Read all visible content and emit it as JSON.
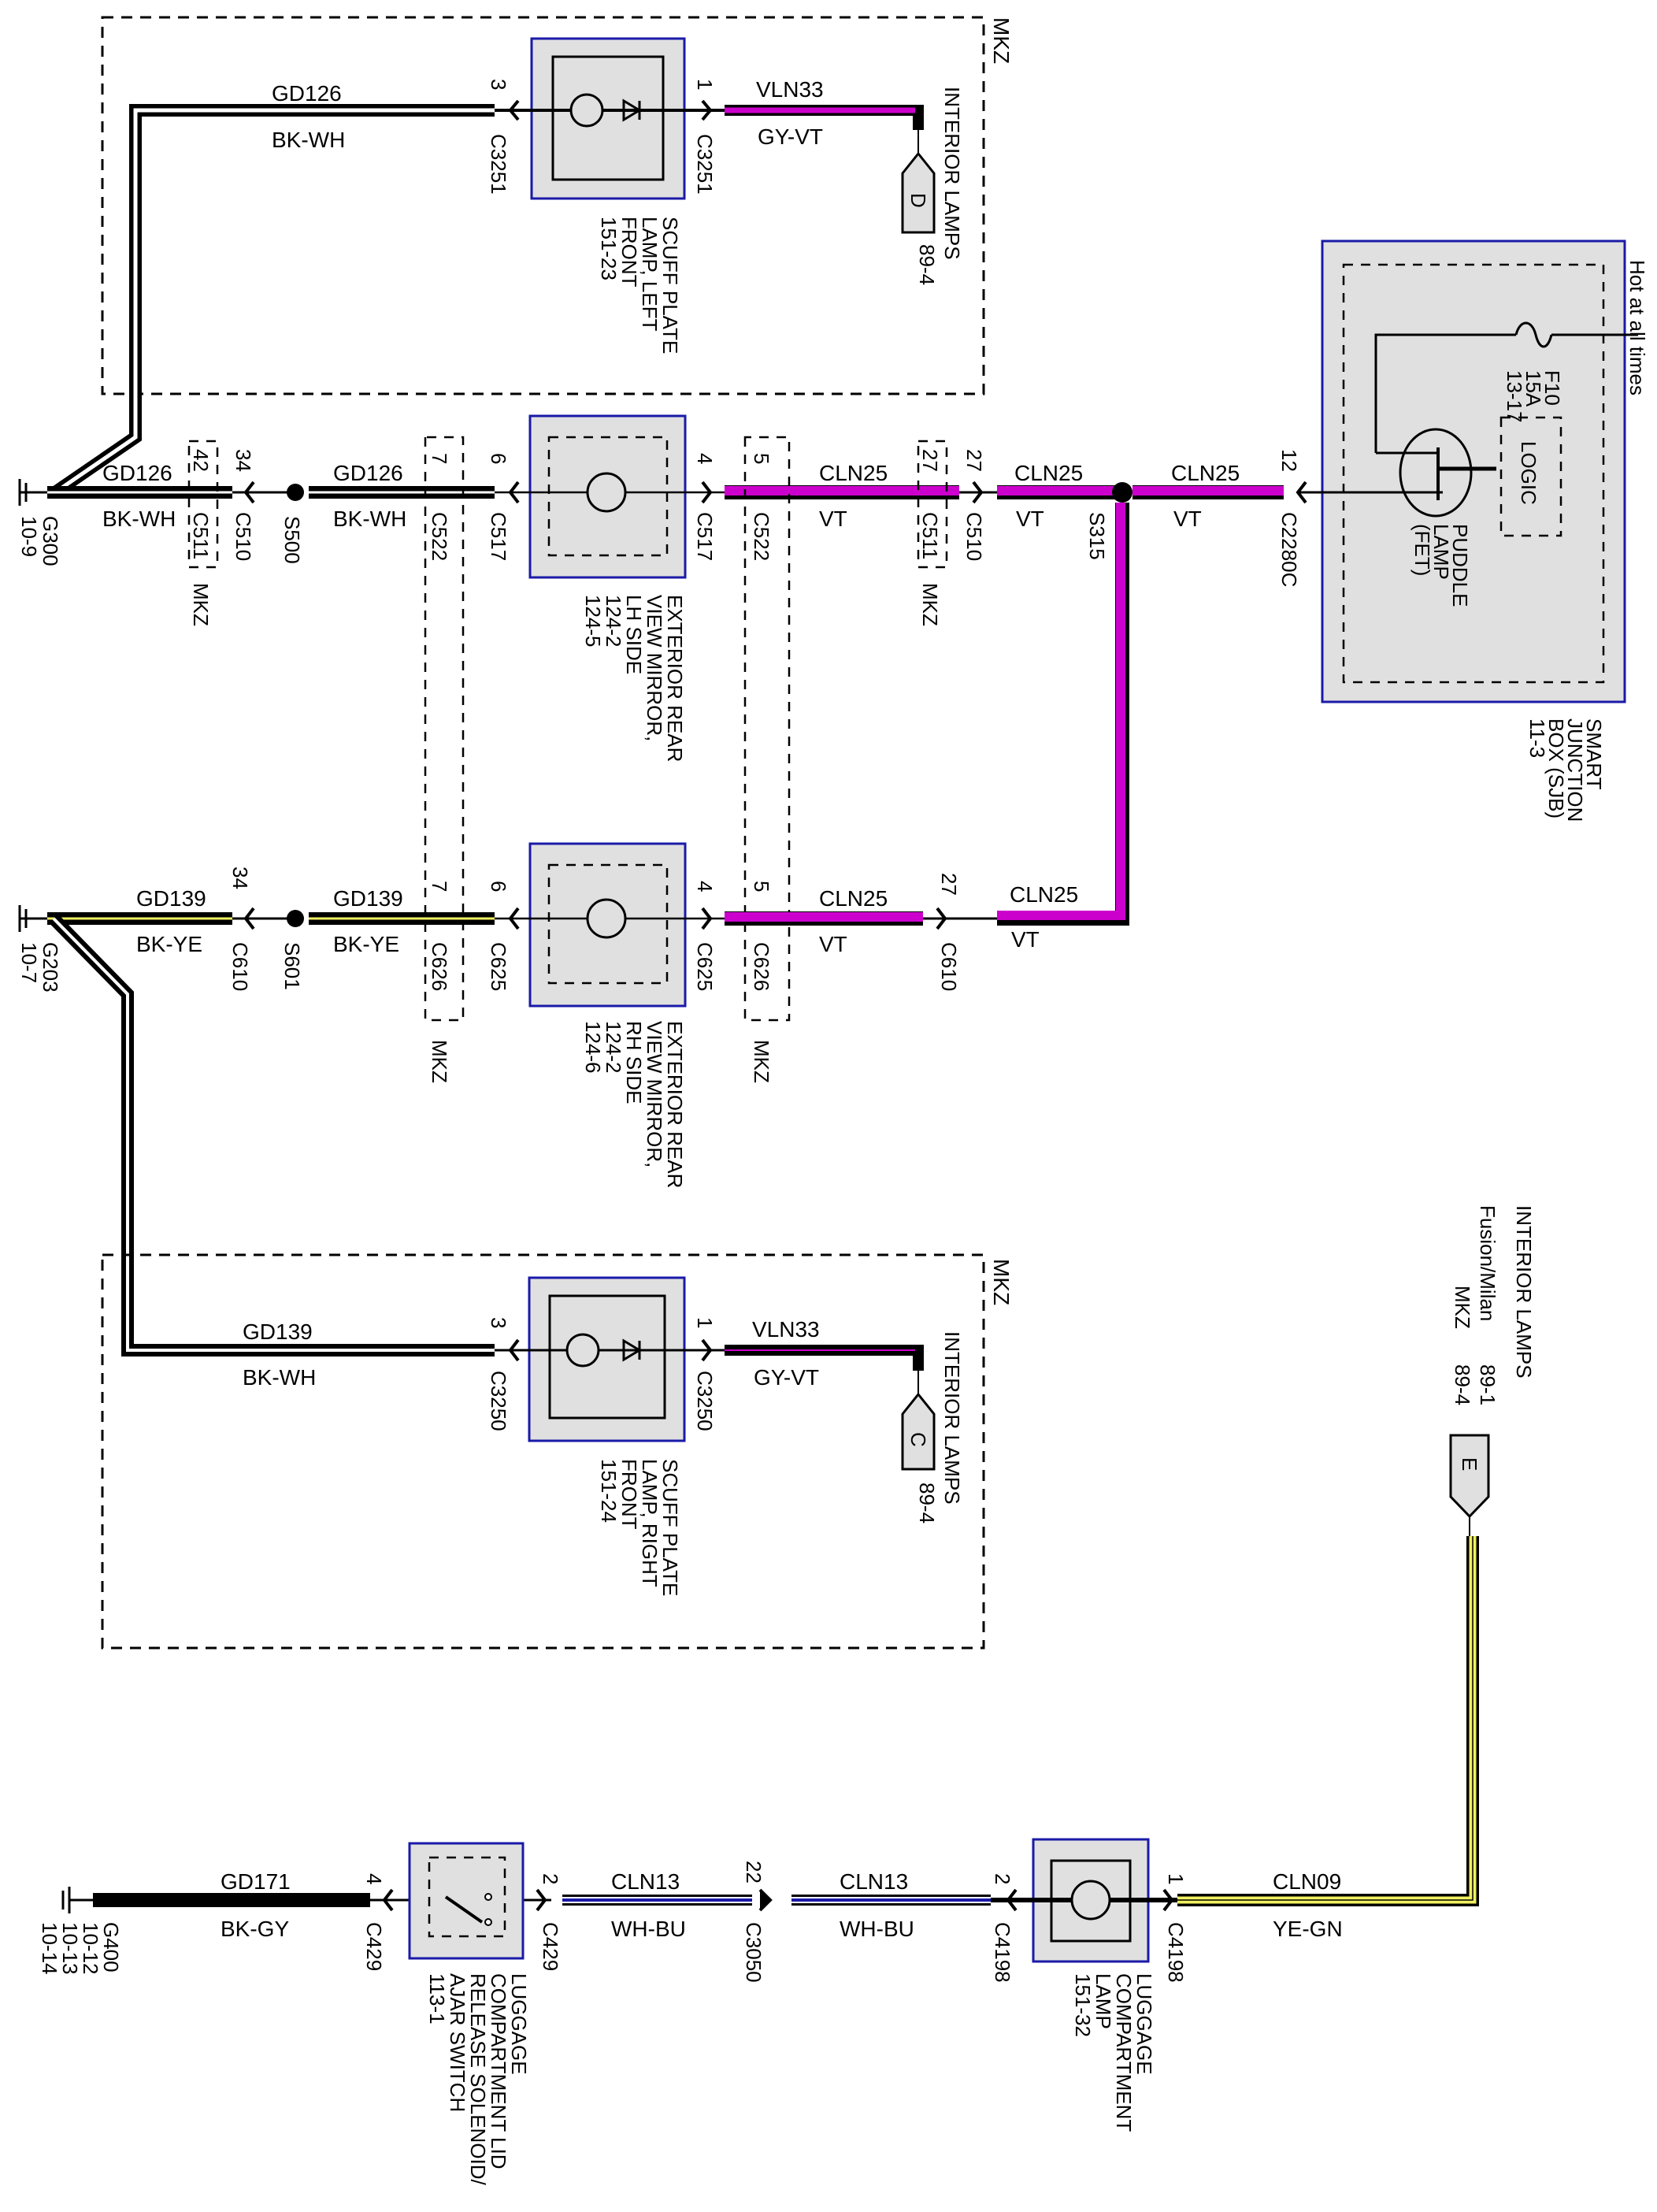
{
  "diagram": {
    "title": "Puddle / Scuff Plate / Luggage Compartment Lamps Wiring",
    "colors": {
      "violet": "#cc00cc",
      "black": "#000000",
      "yellow": "#f0f060",
      "blue": "#1a1aa8",
      "component_fill": "#e0e0e0"
    },
    "option_label": "MKZ",
    "top_box": {
      "ground_wire": {
        "circuit": "GD126",
        "color": "BK-WH"
      },
      "component": {
        "lines": [
          "SCUFF PLATE",
          "LAMP, LEFT",
          "FRONT",
          "151-23"
        ]
      },
      "pin_left": "3",
      "connector_left": "C3251",
      "pin_right": "1",
      "connector_right": "C3251",
      "feed_wire": {
        "circuit": "VLN33",
        "color": "GY-VT"
      },
      "ref": {
        "letter": "D",
        "label": "INTERIOR LAMPS",
        "page": "89-4"
      }
    },
    "row_lh": {
      "ground": {
        "id": "G300",
        "page": "10-9"
      },
      "wire1": {
        "circuit": "GD126",
        "color": "BK-WH"
      },
      "c511_pin_a": "42",
      "c511_label_a": "C511",
      "c510_pin_a": "34",
      "c510_label_a": "C510",
      "splice": "S500",
      "wire2": {
        "circuit": "GD126",
        "color": "BK-WH"
      },
      "c522_pin_a": "7",
      "c522_label_a": "C522",
      "pin_left": "6",
      "connector_left": "C517",
      "component": {
        "lines": [
          "EXTERIOR REAR",
          "VIEW MIRROR,",
          "LH SIDE",
          "124-2",
          "124-5"
        ]
      },
      "pin_right": "4",
      "connector_right": "C517",
      "c522_pin_b": "5",
      "c522_label_b": "C522",
      "wire3": {
        "circuit": "CLN25",
        "color": "VT"
      },
      "c511_pin_b": "27",
      "c511_label_b": "C511",
      "c510_pin_b": "27",
      "c510_label_b": "C510",
      "wire4": {
        "circuit": "CLN25",
        "color": "VT"
      },
      "splice2": "S315",
      "wire5": {
        "circuit": "CLN25",
        "color": "VT"
      },
      "sjb_pin": "12",
      "sjb_connector": "C2280C"
    },
    "sjb": {
      "hot_label": "Hot at all times",
      "fuse": {
        "id": "F10",
        "rating": "15A",
        "page": "13-17"
      },
      "logic": "LOGIC",
      "fet_lines": [
        "PUDDLE",
        "LAMP",
        "(FET)"
      ],
      "name_lines": [
        "SMART",
        "JUNCTION",
        "BOX (SJB)",
        "11-3"
      ]
    },
    "row_rh": {
      "ground": {
        "id": "G203",
        "page": "10-7"
      },
      "wire1": {
        "circuit": "GD139",
        "color": "BK-YE"
      },
      "c610_pin_a": "34",
      "c610_label_a": "C610",
      "splice": "S601",
      "wire2": {
        "circuit": "GD139",
        "color": "BK-YE"
      },
      "c626_pin_a": "7",
      "c626_label_a": "C626",
      "pin_left": "6",
      "connector_left": "C625",
      "component": {
        "lines": [
          "EXTERIOR REAR",
          "VIEW MIRROR,",
          "RH SIDE",
          "124-2",
          "124-6"
        ]
      },
      "pin_right": "4",
      "connector_right": "C625",
      "c626_pin_b": "5",
      "c626_label_b": "C626",
      "wire3": {
        "circuit": "CLN25",
        "color": "VT"
      },
      "c610_pin_b": "27",
      "c610_label_b": "C610",
      "wire4": {
        "circuit": "CLN25",
        "color": "VT"
      }
    },
    "bottom_box": {
      "ground_wire": {
        "circuit": "GD139",
        "color": "BK-WH"
      },
      "component": {
        "lines": [
          "SCUFF PLATE",
          "LAMP, RIGHT",
          "FRONT",
          "151-24"
        ]
      },
      "pin_left": "3",
      "connector_left": "C3250",
      "pin_right": "1",
      "connector_right": "C3250",
      "feed_wire": {
        "circuit": "VLN33",
        "color": "GY-VT"
      },
      "ref": {
        "letter": "C",
        "label": "INTERIOR LAMPS",
        "page": "89-4"
      }
    },
    "interior_ref_e": {
      "letter": "E",
      "title": "INTERIOR LAMPS",
      "rows": [
        {
          "model": "Fusion/Milan",
          "page": "89-1"
        },
        {
          "model": "MKZ",
          "page": "89-4"
        }
      ]
    },
    "luggage_row": {
      "ground": {
        "id": "G400",
        "pages": [
          "10-12",
          "10-13",
          "10-14"
        ]
      },
      "wire1": {
        "circuit": "GD171",
        "color": "BK-GY"
      },
      "pin_a": "4",
      "connector_a": "C429",
      "switch": {
        "lines": [
          "LUGGAGE",
          "COMPARTMENT LID",
          "RELEASE SOLENOID/",
          "AJAR SWITCH",
          "113-1"
        ]
      },
      "pin_b": "2",
      "connector_b": "C429",
      "wire2": {
        "circuit": "CLN13",
        "color": "WH-BU"
      },
      "pin_c": "22",
      "connector_c": "C3050",
      "wire3": {
        "circuit": "CLN13",
        "color": "WH-BU"
      },
      "pin_d": "2",
      "connector_d": "C4198",
      "lamp": {
        "lines": [
          "LUGGAGE",
          "COMPARTMENT",
          "LAMP",
          "151-32"
        ]
      },
      "pin_e": "1",
      "connector_e": "C4198",
      "wire4": {
        "circuit": "CLN09",
        "color": "YE-GN"
      }
    }
  }
}
